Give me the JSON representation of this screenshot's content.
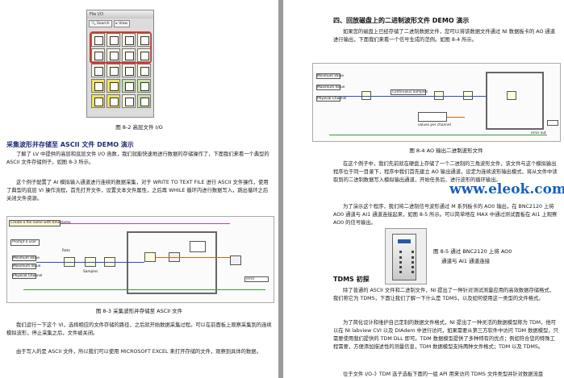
{
  "left_page": {
    "palette": {
      "title": "File I/O",
      "search_label": "Search",
      "view_label": "View"
    },
    "figure_8_2_caption": "图 8-2  高层文件 I/O",
    "section_title": "采集波形并存储至 ASCII 文件 DEMO 演示",
    "para1": "了解了 LV 中提供的高层和底层文件 I/O 函数，我们就能快速地进行数据的存储操作了，下面我们来看一个典型的 ASCII 文件存储例子。如图 8-3 所示。",
    "para2": "这个例子配置了 AI 模拟输入通道进行连续的数据采集，对于 WRITE TO TEXT FILE 进行 ASCII 文件操作，使用了典型的底层 VI 操作流程，首先打开文件，设置文本文件属性，之后再 WHILE 循环内进行数据写入，跳出循环之后关闭文件资源。",
    "figure_8_3_caption": "图 8-3  采集波形并存储至 ASCII 文件",
    "para3": "我们运行一下这个 VI，选择相应的文件存储的路径，之后就开始数据采集过程。可以在前面板上观察采集到的连续模拟波形，停止采集之后，文件被关闭。",
    "para4": "由于写入的是 ASCII 文件，所以我们可以使用 MICROSOFT  EXCEL 来打开存储的文件，观察到具体的数据。",
    "diagram": {
      "labels": [
        "Create a file name with timestamp",
        "Prompt a user",
        "Minimum Value",
        "Maximum Value",
        "Physical Channel",
        "Rate",
        "Samples",
        "error"
      ]
    }
  },
  "right_page": {
    "section_title": "四、回放磁盘上的二进制波形文件 DEMO 演示",
    "para1": "如果您的磁盘上已经存储了二进制数据文件，您可以将该数据文件通过 NI 数据板卡的 AO 通道进行输出，下面我们来看一个信号生成的范例。如图 8-4 所示。",
    "diagram": {
      "labels": [
        "Minimum Value",
        "Maximum Value",
        "Physical Channel",
        "Continuous Samples",
        "values per channel",
        "error out"
      ]
    },
    "figure_8_4_caption": "图 8-4  AO 输出二进制波形文件",
    "para2": "在这个例子中，我们先前就在硬盘上存储了一个二进制的三角波形文件，该文件与这个模拟输出程序位于同一目录下，程序中我们首先建立 AO 输出通道，设定为连续波形输出模式，将从文件中读取到的二进制数据写入模拟输出通道，开始任务后，进行波形的循环输出。",
    "para3": "为了演示这个程序，我们将二进制信号波形通过 M 系列板卡的 AO0 输出，在 BNC2120 上将 AO0 通道与 AI1 通道连接起来，如图 8-5 所示。可以简单地在 MAX 中通过测试面板在 AI1 上观察 AO0 的信号输出。",
    "figure_8_5_caption_line1": "图 8-5  通过 BNC2120 上将 AO0",
    "figure_8_5_caption_line2": "通道与 AI1 通道连接",
    "tdms_title": "TDMS 初探",
    "para4": "除了普通的 ASCII 文件和二进制文件，NI 提出了一种针对测试测量应用的高效数据存储格式，我们称它为 TDMS，下面让我们了解一下什么是 TDMS，以及如何使用这一类型的文件格式。",
    "para5": "为了简化设计和维护自己定制的数据文件格式，NI 提出了一种灵活的数据模型称为 TDM，他可以在 NI labview CVI 以及 DIAdem 中进行访问，如果需要从第三方软件中访问 TDM 数据模型，只需要使用我们提供的 TDM DLL 即可。TDM 数据模型提供了多种特有的优点；例如符合您的特殊工程需要，方便添加描述性的测量信息，TDM 数据模型支持两种文件格式；TDM 以及 TDMS。",
    "para6": "位于文件 I/O-》TDM 选子选板下面的一组 API 用来访问 TDMS 文件类型并针对数据流盘",
    "watermark": "www.eleok.com"
  }
}
